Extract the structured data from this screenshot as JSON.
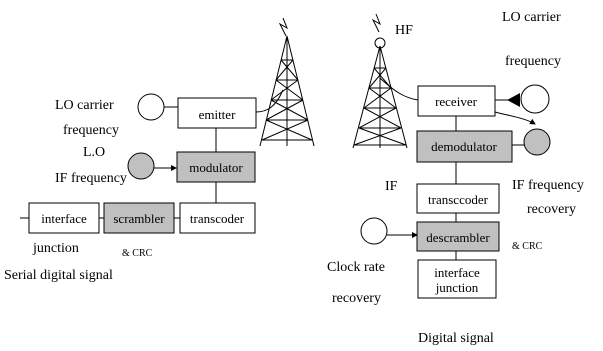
{
  "colors": {
    "shaded": "#c0c0c0",
    "plain": "#ffffff",
    "line": "#000000"
  },
  "emitter_chain": {
    "emitter": "emitter",
    "modulator": "modulator",
    "interface": "interface",
    "scrambler": "scrambler",
    "transcoder": "transcoder",
    "lo_carrier_1": "LO carrier",
    "lo_carrier_2": "frequency",
    "lo": "L.O",
    "if_frequency": "IF frequency",
    "junction": "junction",
    "crc": "& CRC",
    "serial": "Serial digital signal",
    "antenna_icon": "tower-antenna-icon"
  },
  "receiver_chain": {
    "hf": "HF",
    "lo_carrier_1": "LO carrier",
    "lo_carrier_2": "frequency",
    "receiver": "receiver",
    "demodulator": "demodulator",
    "if": "IF",
    "transcoder": "transccoder",
    "if_freq_1": "IF frequency",
    "if_freq_2": "recovery",
    "descrambler": "descrambler",
    "crc": "& CRC",
    "clock_1": "Clock rate",
    "clock_2": "recovery",
    "interface": "interface",
    "junction": "junction",
    "digital": "Digital signal",
    "antenna_icon": "tower-antenna-icon"
  }
}
